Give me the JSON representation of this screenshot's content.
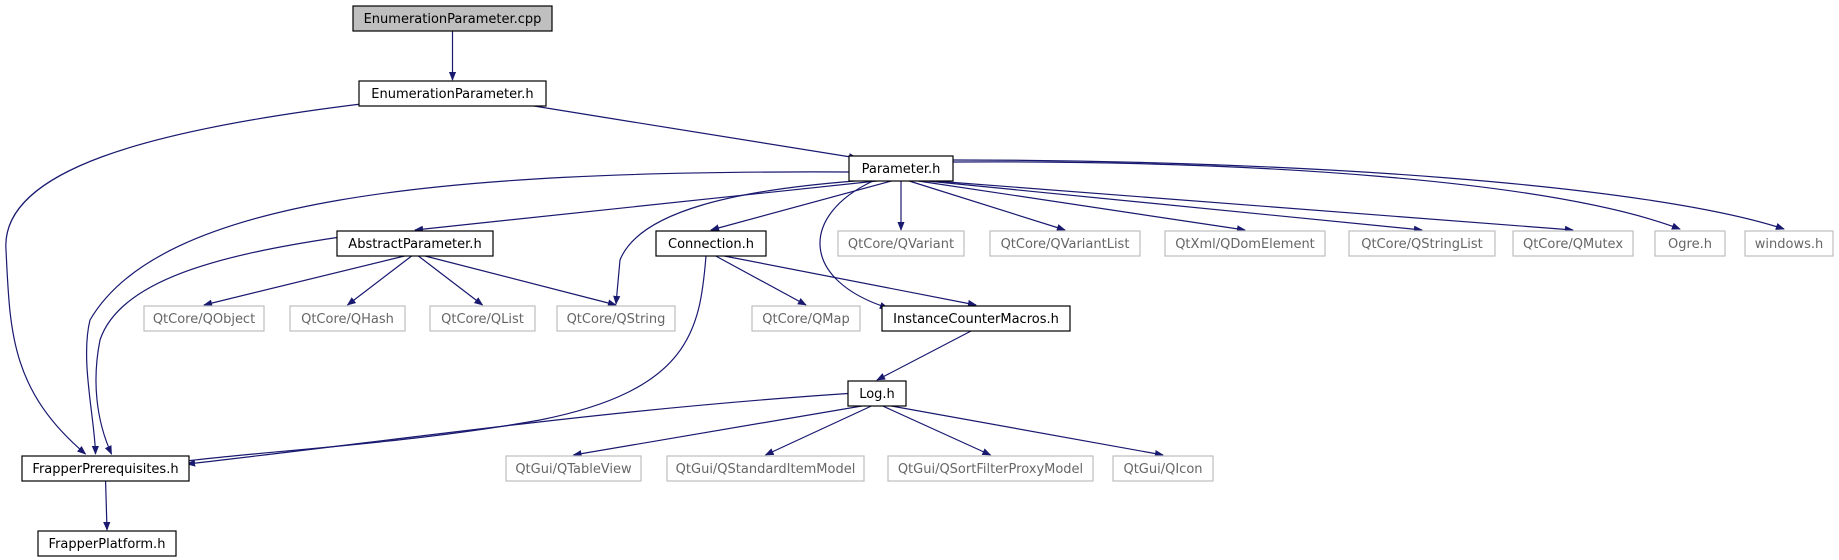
{
  "diagram": {
    "colors": {
      "background": "#ffffff",
      "edge": "#191970",
      "root_fill": "#bfbfbf",
      "documented_border": "#000000",
      "external_border": "#bfbfbf",
      "external_text": "#666666",
      "text": "#000000"
    },
    "nodes": [
      {
        "id": "ep_cpp",
        "label": "EnumerationParameter.cpp",
        "style": "root"
      },
      {
        "id": "ep_h",
        "label": "EnumerationParameter.h",
        "style": "documented"
      },
      {
        "id": "param_h",
        "label": "Parameter.h",
        "style": "documented"
      },
      {
        "id": "abs_h",
        "label": "AbstractParameter.h",
        "style": "documented"
      },
      {
        "id": "conn_h",
        "label": "Connection.h",
        "style": "documented"
      },
      {
        "id": "qvariant",
        "label": "QtCore/QVariant",
        "style": "external"
      },
      {
        "id": "qvariantlist",
        "label": "QtCore/QVariantList",
        "style": "external"
      },
      {
        "id": "qdom",
        "label": "QtXml/QDomElement",
        "style": "external"
      },
      {
        "id": "qstringlist",
        "label": "QtCore/QStringList",
        "style": "external"
      },
      {
        "id": "qmutex",
        "label": "QtCore/QMutex",
        "style": "external"
      },
      {
        "id": "ogre",
        "label": "Ogre.h",
        "style": "external"
      },
      {
        "id": "windows",
        "label": "windows.h",
        "style": "external"
      },
      {
        "id": "qobject",
        "label": "QtCore/QObject",
        "style": "external"
      },
      {
        "id": "qhash",
        "label": "QtCore/QHash",
        "style": "external"
      },
      {
        "id": "qlist",
        "label": "QtCore/QList",
        "style": "external"
      },
      {
        "id": "qstring",
        "label": "QtCore/QString",
        "style": "external"
      },
      {
        "id": "qmap",
        "label": "QtCore/QMap",
        "style": "external"
      },
      {
        "id": "icm_h",
        "label": "InstanceCounterMacros.h",
        "style": "documented"
      },
      {
        "id": "log_h",
        "label": "Log.h",
        "style": "documented"
      },
      {
        "id": "fp_h",
        "label": "FrapperPrerequisites.h",
        "style": "documented"
      },
      {
        "id": "qtableview",
        "label": "QtGui/QTableView",
        "style": "external"
      },
      {
        "id": "qsim",
        "label": "QtGui/QStandardItemModel",
        "style": "external"
      },
      {
        "id": "qsfpm",
        "label": "QtGui/QSortFilterProxyModel",
        "style": "external"
      },
      {
        "id": "qicon",
        "label": "QtGui/QIcon",
        "style": "external"
      },
      {
        "id": "fplat_h",
        "label": "FrapperPlatform.h",
        "style": "documented"
      }
    ],
    "edges": [
      {
        "from": "ep_cpp",
        "to": "ep_h"
      },
      {
        "from": "ep_h",
        "to": "param_h"
      },
      {
        "from": "ep_h",
        "to": "fp_h"
      },
      {
        "from": "param_h",
        "to": "fp_h"
      },
      {
        "from": "param_h",
        "to": "abs_h"
      },
      {
        "from": "param_h",
        "to": "qstring"
      },
      {
        "from": "param_h",
        "to": "conn_h"
      },
      {
        "from": "param_h",
        "to": "icm_h"
      },
      {
        "from": "param_h",
        "to": "qvariant"
      },
      {
        "from": "param_h",
        "to": "qvariantlist"
      },
      {
        "from": "param_h",
        "to": "qdom"
      },
      {
        "from": "param_h",
        "to": "qstringlist"
      },
      {
        "from": "param_h",
        "to": "qmutex"
      },
      {
        "from": "param_h",
        "to": "ogre"
      },
      {
        "from": "param_h",
        "to": "windows"
      },
      {
        "from": "abs_h",
        "to": "fp_h"
      },
      {
        "from": "abs_h",
        "to": "qobject"
      },
      {
        "from": "abs_h",
        "to": "qhash"
      },
      {
        "from": "abs_h",
        "to": "qlist"
      },
      {
        "from": "abs_h",
        "to": "qstring"
      },
      {
        "from": "conn_h",
        "to": "fp_h"
      },
      {
        "from": "conn_h",
        "to": "qmap"
      },
      {
        "from": "conn_h",
        "to": "icm_h"
      },
      {
        "from": "icm_h",
        "to": "log_h"
      },
      {
        "from": "log_h",
        "to": "fp_h"
      },
      {
        "from": "log_h",
        "to": "qtableview"
      },
      {
        "from": "log_h",
        "to": "qsim"
      },
      {
        "from": "log_h",
        "to": "qsfpm"
      },
      {
        "from": "log_h",
        "to": "qicon"
      },
      {
        "from": "fp_h",
        "to": "fplat_h"
      }
    ]
  }
}
